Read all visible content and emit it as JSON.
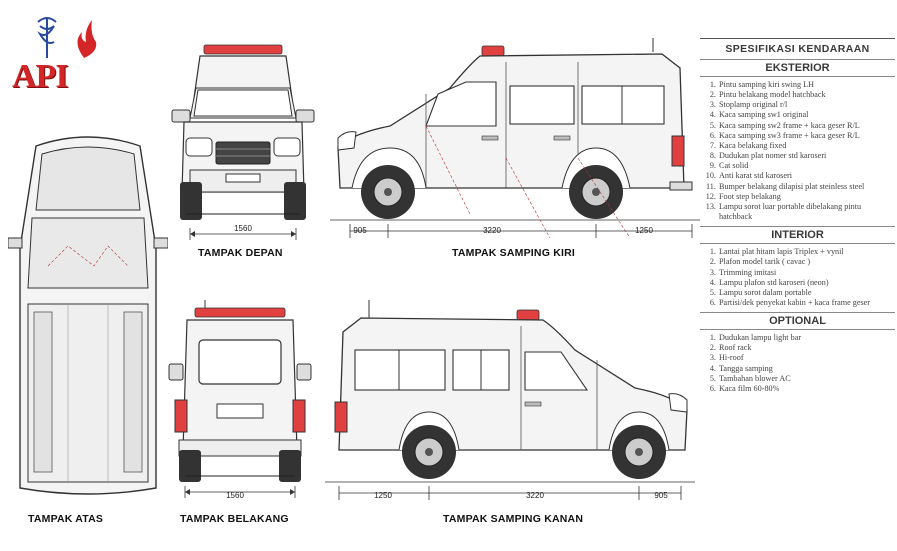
{
  "logo": {
    "text": "API",
    "color": "#d42626",
    "icon": "caduceus-flame-logo"
  },
  "views": {
    "front": "TAMPAK DEPAN",
    "left": "TAMPAK SAMPING KIRI",
    "top": "TAMPAK ATAS",
    "rear": "TAMPAK BELAKANG",
    "right": "TAMPAK SAMPING KANAN"
  },
  "dimensions": {
    "front_width": "1560",
    "rear_width": "1560",
    "left": {
      "front_overhang": "905",
      "wheelbase": "3220",
      "rear_overhang": "1250"
    },
    "right": {
      "rear_overhang": "1250",
      "wheelbase": "3220",
      "front_overhang": "905"
    }
  },
  "spec": {
    "title": "SPESIFIKASI KENDARAAN",
    "exterior": {
      "heading": "EKSTERIOR",
      "items": [
        "Pintu samping kiri swing LH",
        "Pintu belakang model hatchback",
        "Stoplamp original r/l",
        "Kaca samping sw1 original",
        "Kaca samping sw2 frame + kaca geser R/L",
        "Kaca samping sw3 frame + kaca geser R/L",
        "Kaca belakang fixed",
        "Dudukan plat nomer std karoseri",
        "Cat solid",
        "Anti karat std karoseri",
        "Bumper belakang dilapisi plat steinless steel",
        "Foot step belakang",
        "Lampu sorot luar portable dibelakang pintu hatchback"
      ]
    },
    "interior": {
      "heading": "INTERIOR",
      "items": [
        "Lantai plat hitam lapis Triplex + vynil",
        "Plafon model tarik ( cavac )",
        "Trimming imitasi",
        "Lampu plafon std karoseri (neon)",
        "Lampu sorot dalam portable",
        "Partisi/dek penyekat kabin + kaca frame geser"
      ]
    },
    "optional": {
      "heading": "OPTIONAL",
      "items": [
        "Dudukan lampu light bar",
        "Roof rack",
        "Hi-roof",
        "Tangga samping",
        "Tambahan blower AC",
        "Kaca film 60-80%"
      ]
    }
  },
  "colors": {
    "logo_red": "#d42626",
    "lightbar_red": "#e04040",
    "line": "#333333",
    "body_fill": "#f4f4f4"
  }
}
